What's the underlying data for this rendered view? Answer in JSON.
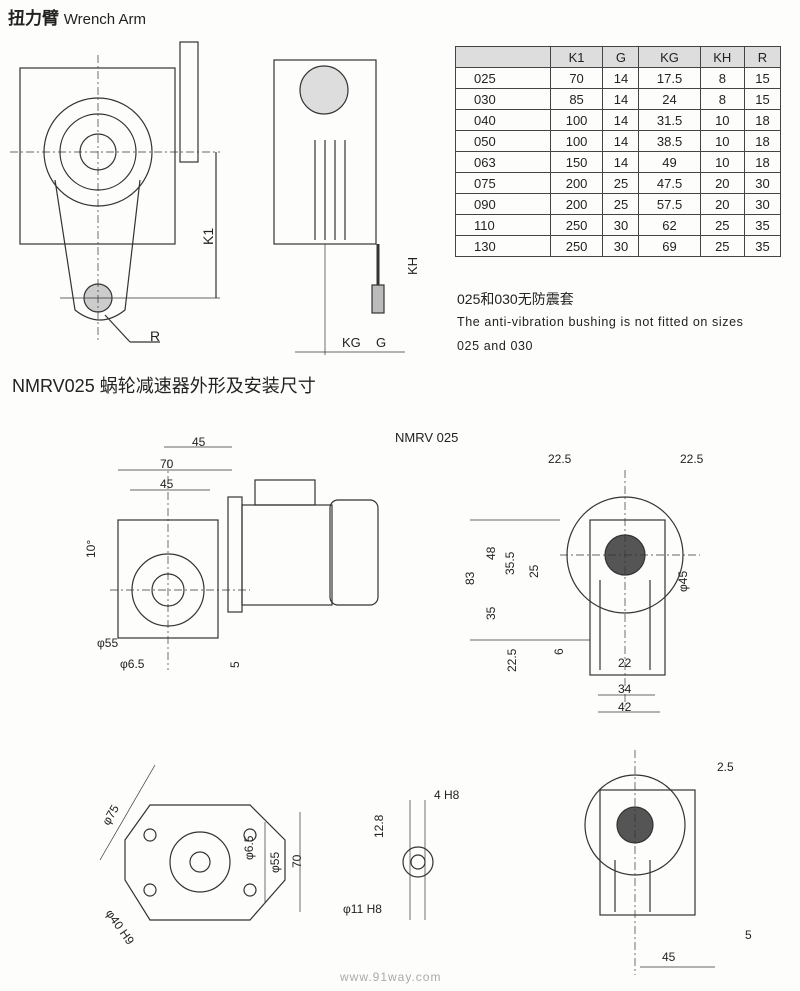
{
  "header": {
    "title_cn": "扭力臂",
    "title_en": "Wrench Arm"
  },
  "wrench_labels": {
    "k1": "K1",
    "r": "R",
    "kh": "KH",
    "kg": "KG",
    "g": "G"
  },
  "table": {
    "headers": [
      "",
      "K1",
      "G",
      "KG",
      "KH",
      "R"
    ],
    "rows": [
      [
        "025",
        "70",
        "14",
        "17.5",
        "8",
        "15"
      ],
      [
        "030",
        "85",
        "14",
        "24",
        "8",
        "15"
      ],
      [
        "040",
        "100",
        "14",
        "31.5",
        "10",
        "18"
      ],
      [
        "050",
        "100",
        "14",
        "38.5",
        "10",
        "18"
      ],
      [
        "063",
        "150",
        "14",
        "49",
        "10",
        "18"
      ],
      [
        "075",
        "200",
        "25",
        "47.5",
        "20",
        "30"
      ],
      [
        "090",
        "200",
        "25",
        "57.5",
        "20",
        "30"
      ],
      [
        "110",
        "250",
        "30",
        "62",
        "25",
        "35"
      ],
      [
        "130",
        "250",
        "30",
        "69",
        "25",
        "35"
      ]
    ]
  },
  "note": {
    "cn": "025和030无防震套",
    "en1": "The anti-vibration bushing is not fitted on sizes",
    "en2": "025 and 030"
  },
  "section_title": "NMRV025  蜗轮减速器外形及安装尺寸",
  "model_label": "NMRV  025",
  "dims_front": {
    "d45a": "45",
    "d70": "70",
    "d45b": "45",
    "angle": "10°",
    "phi55": "φ55",
    "phi65": "φ6.5",
    "d5": "5"
  },
  "dims_side": {
    "d225a": "22.5",
    "d225b": "22.5",
    "d83": "83",
    "d48": "48",
    "d355": "35.5",
    "d25": "25",
    "d35": "35",
    "d225c": "22.5",
    "d6": "6",
    "d22": "22",
    "d34": "34",
    "d42": "42",
    "phi45": "φ45"
  },
  "dims_flange": {
    "phi75": "φ75",
    "phi40": "φ40 H9",
    "phi65": "φ6.5",
    "phi55": "φ55",
    "d70": "70"
  },
  "dims_shaft": {
    "d128": "12.8",
    "key": "4 H8",
    "bore": "φ11 H8"
  },
  "dims_back": {
    "d25": "2.5",
    "d5": "5",
    "d45": "45"
  },
  "watermark": "www.91way.com"
}
